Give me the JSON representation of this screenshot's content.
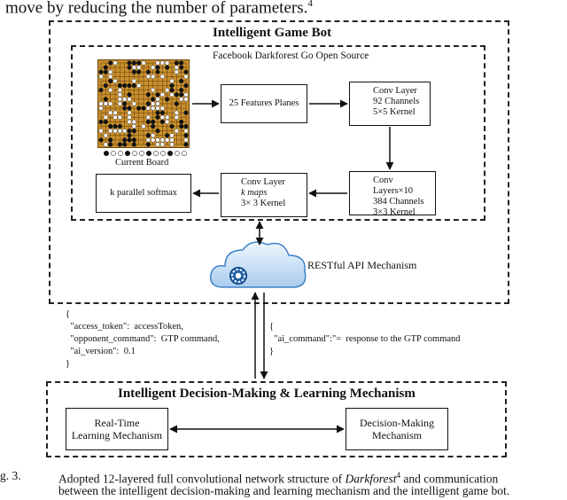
{
  "top_text": "move by reducing the number of parameters.",
  "top_ref": "4",
  "bot_title": "Intelligent Game Bot",
  "darkforest_title": "Facebook Darkforest Go Open Source",
  "board_label": "Current Board",
  "features_box": "25 Features Planes",
  "conv1": [
    "Conv Layer",
    "92 Channels",
    "5×5 Kernel"
  ],
  "conv10": [
    "Conv Layers×10",
    "384 Channels",
    "3×3 Kernel"
  ],
  "convk": [
    "Conv Layer",
    "k maps",
    "3× 3 Kernel"
  ],
  "softmax": "k parallel softmax",
  "api_label": "RESTful API Mechanism",
  "request_json": "{\n  \"access_token\":  accessToken,\n  \"opponent_command\":  GTP command,\n  \"ai_version\":  0.1\n}",
  "response_json": "{\n  \"ai_command\":\"=  response to the GTP command\n}",
  "decision_title": "Intelligent Decision-Making & Learning Mechanism",
  "realtime_box": [
    "Real-Time",
    "Learning Mechanism"
  ],
  "decision_box": [
    "Decision-Making",
    "Mechanism"
  ],
  "caption_fig": "g. 3.",
  "caption_line1_a": "Adopted 12-layered full convolutional network structure of ",
  "caption_line1_em": "Darkforest",
  "caption_line1_ref": "4",
  "caption_line1_b": " and communication",
  "caption_line2": "between the intelligent decision-making and learning mechanism and the intelligent game bot."
}
